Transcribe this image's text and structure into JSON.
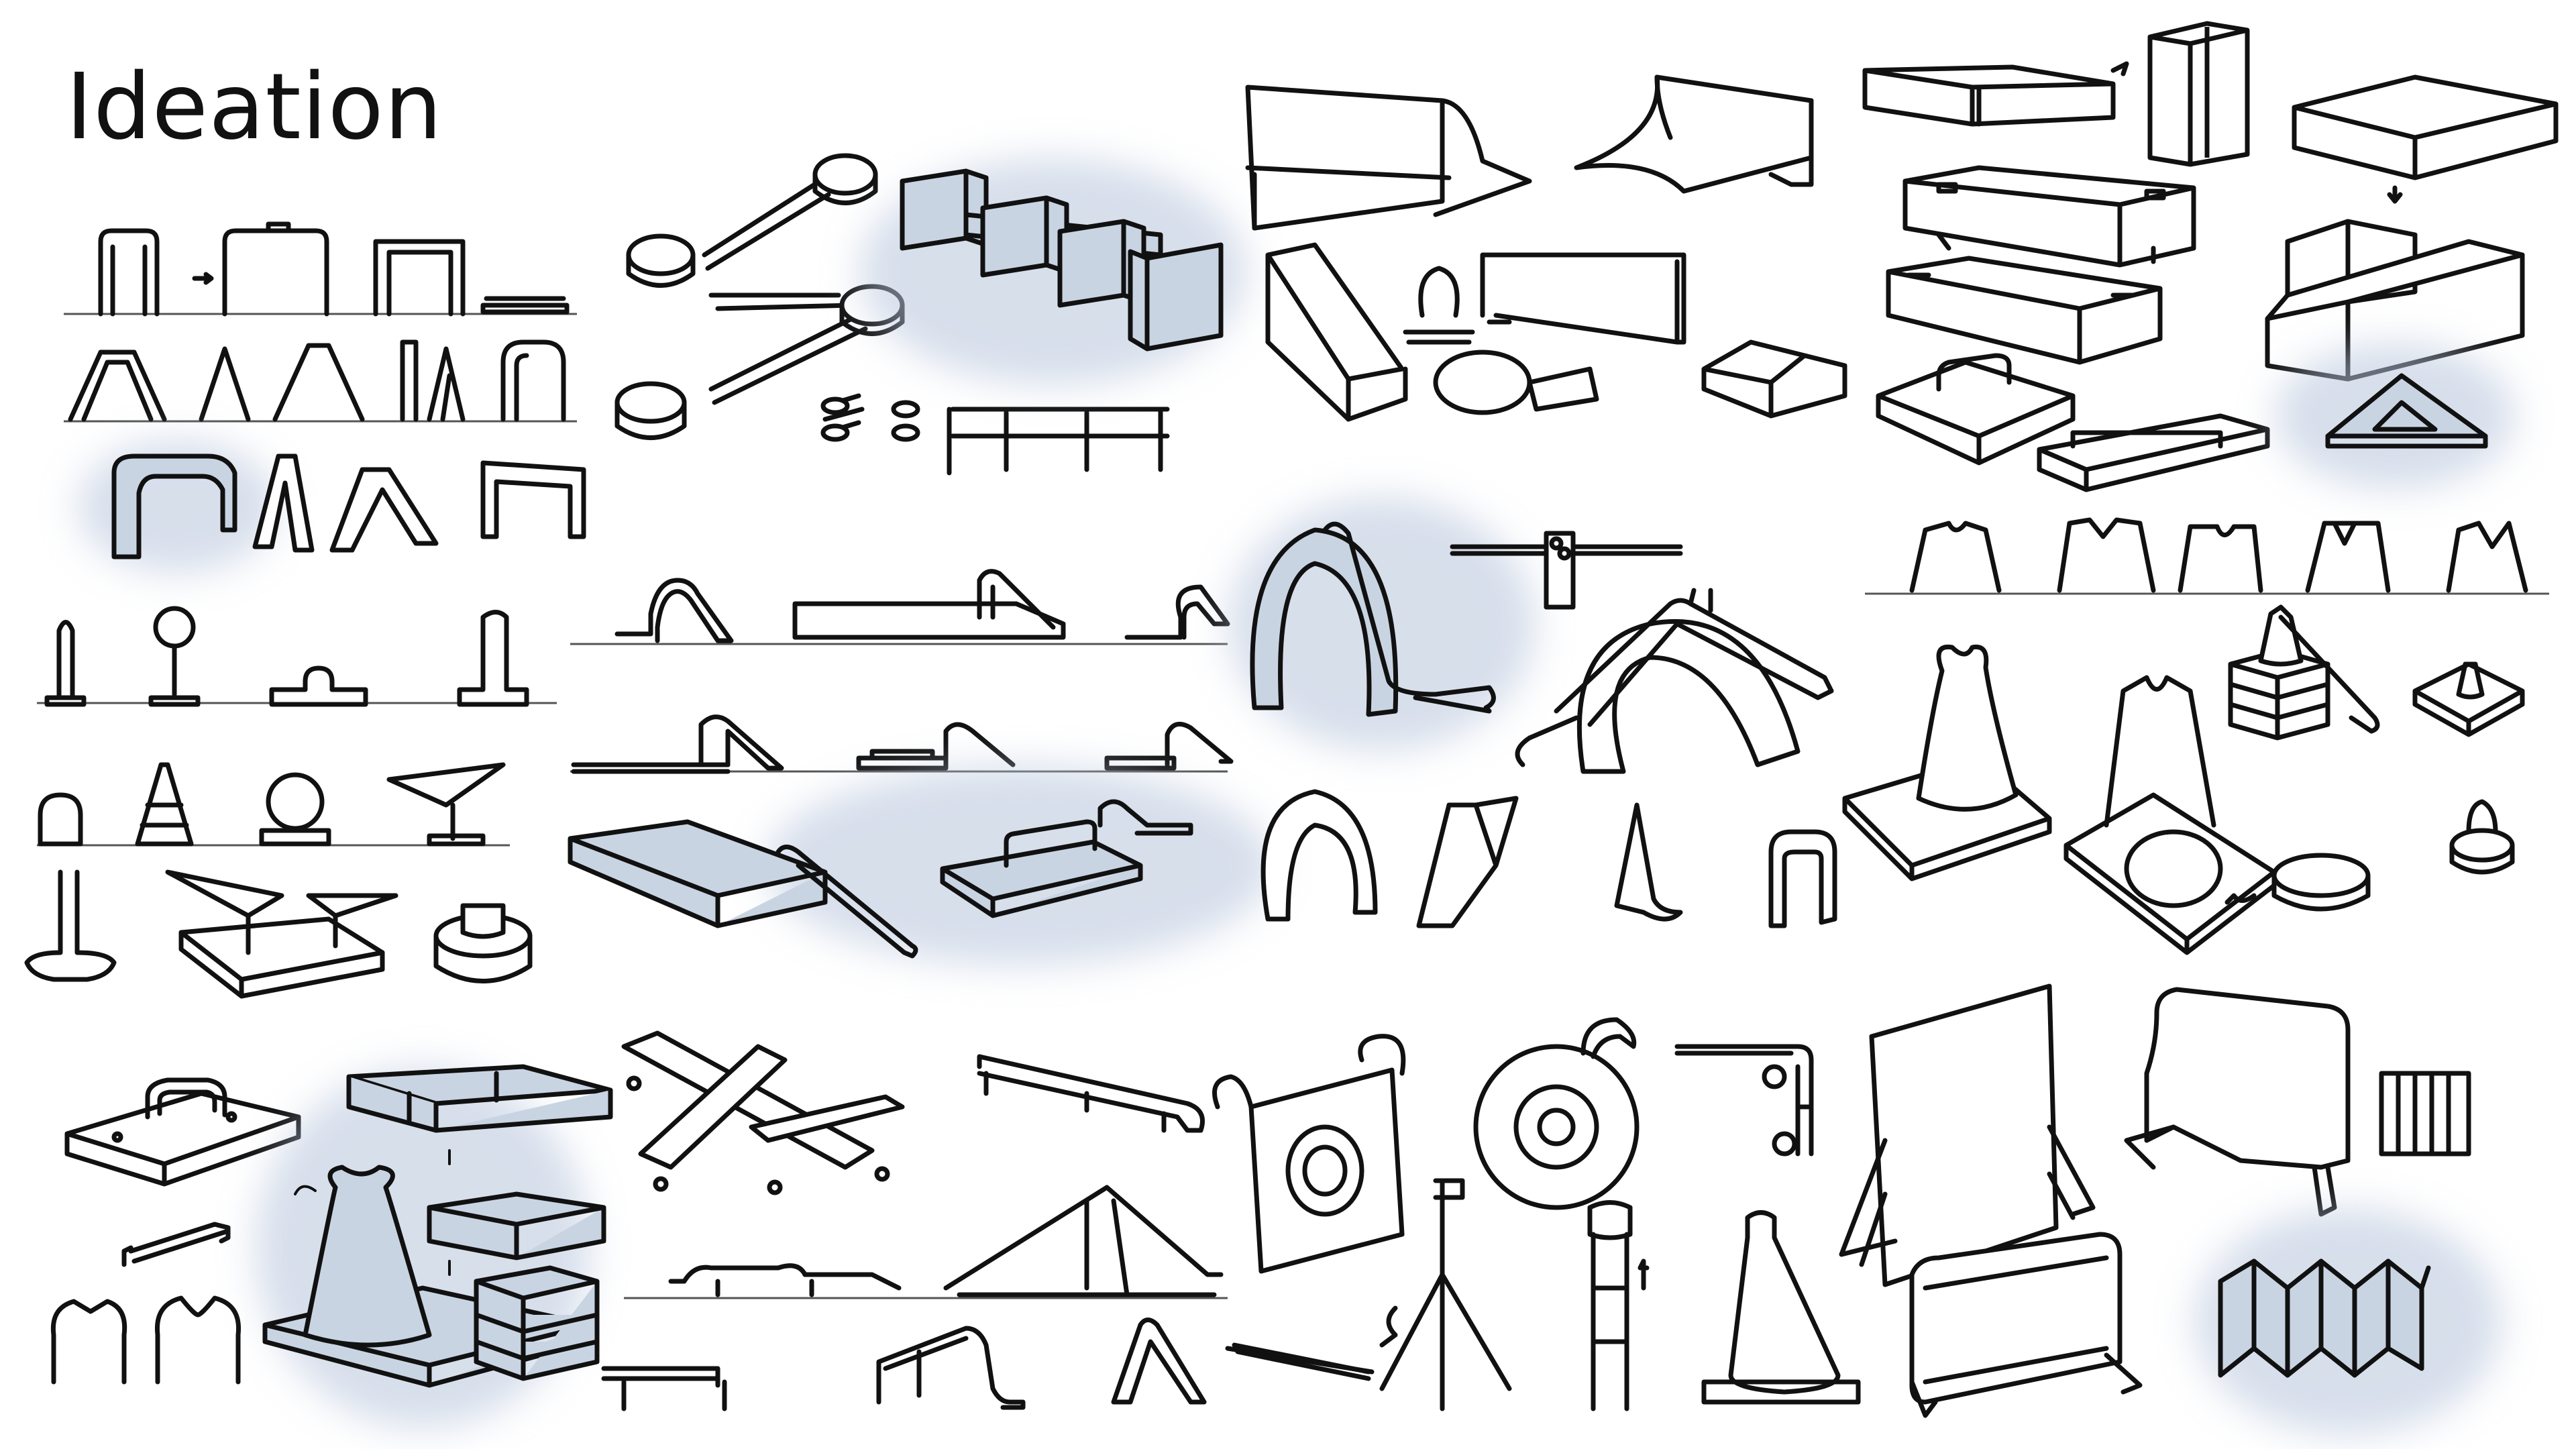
{
  "title": "Ideation",
  "colors": {
    "ink": "#111111",
    "highlight": "#c9d4e3",
    "background": "#ffffff"
  },
  "sketches": [
    {
      "name": "hurdle-frames",
      "highlighted": false
    },
    {
      "name": "a-frames",
      "highlighted": false
    },
    {
      "name": "folded-arches",
      "highlighted": true
    },
    {
      "name": "poles-and-markers",
      "highlighted": false
    },
    {
      "name": "cones-and-bases",
      "highlighted": false
    },
    {
      "name": "disc-connectors",
      "highlighted": false
    },
    {
      "name": "block-connector",
      "highlighted": true
    },
    {
      "name": "ramp-rails",
      "highlighted": true
    },
    {
      "name": "quarter-pipes",
      "highlighted": false
    },
    {
      "name": "stacking-blocks",
      "highlighted": false
    },
    {
      "name": "triangle-base",
      "highlighted": true
    },
    {
      "name": "arch-slide",
      "highlighted": true
    },
    {
      "name": "crown-cones",
      "highlighted": false
    },
    {
      "name": "handle-plates",
      "highlighted": true
    },
    {
      "name": "cone-stack",
      "highlighted": true
    },
    {
      "name": "cross-bases",
      "highlighted": false
    },
    {
      "name": "targets",
      "highlighted": false
    },
    {
      "name": "panels-and-gates",
      "highlighted": true
    }
  ]
}
